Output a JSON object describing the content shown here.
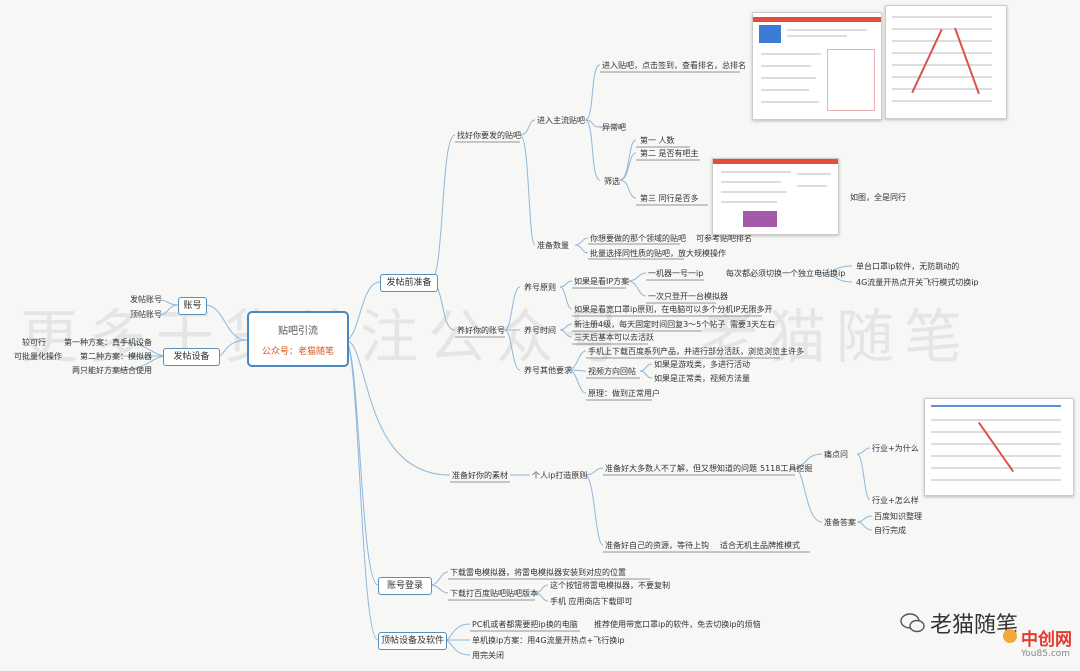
{
  "watermark": "更多干货关注公众号：老猫随笔",
  "center": {
    "title": "贴吧引流",
    "subtitle": "公众号：老猫随笔"
  },
  "left": {
    "account": "账号",
    "account_items": [
      "发帖账号",
      "顶帖账号"
    ],
    "device": "发帖设备",
    "device_items": [
      "第一种方案：真手机设备",
      "第二种方案：模拟器",
      "两只能好方案结合使用"
    ],
    "device_sub": [
      "较可行",
      "可批量化操作"
    ]
  },
  "right": {
    "prep": "发帖前准备",
    "find_bars": "找好你要发的贴吧",
    "enter_bar": "进入主流贴吧",
    "enter_bar_detail": "进入贴吧，点击签到，查看排名，总排名",
    "abnormal": "异常吧",
    "filter": "筛选",
    "filter_items": [
      "第一 人数",
      "第二 是否有吧主",
      "第三 同行是否多"
    ],
    "figure_note": "如图，全是同行",
    "prep_count": "准备数量",
    "prep_count_items": [
      "你想要做的那个领域的贴吧",
      "批量选择同性质的贴吧，放大规模操作"
    ],
    "prep_count_note": "可参考贴吧排名",
    "nurture": "养好你的账号",
    "acc_rules": "养号原则",
    "acc_rules_1": "如果是看IP方案",
    "acc_rules_1a": "一机器一号一ip",
    "acc_rules_1a_note": "每次都必须切换一个独立电话换ip",
    "acc_rules_1a_sub": [
      "单台口罩ip软件，无防跳动的",
      "4G流量开热点开关飞行模式切换ip"
    ],
    "acc_rules_1b": "一次只登开一台模拟器",
    "acc_rules_2": "如果是看宽口罩ip原则，在电脑可以多个分机IP无限多开",
    "acc_time": "养号时间",
    "acc_time_items": [
      "新注册4级，每天固定时间回复3～5个帖子",
      "三天后基本可以去活跃"
    ],
    "acc_time_note": "需要3天左右",
    "acc_other": "养号其他要求",
    "acc_other_items": [
      "手机上下载百度系列产品，并进行部分活跃，浏览浏览主许多",
      "视频方向回帖",
      "原理：做到正常用户"
    ],
    "acc_other_sub": [
      "如果是游戏类，多进行活动",
      "如果是正常类，视频方法量"
    ],
    "material": "准备好你的素材",
    "material_rule": "个人ip打造原则",
    "material_a": "准备好大多数人不了解，但又想知道的问题",
    "material_tool": "5118工具挖掘",
    "pain": "痛点问",
    "pain_items": [
      "行业+为什么",
      "行业+怎么样"
    ],
    "answer": "准备答案",
    "answer_items": [
      "百度知识整理",
      "自行完成"
    ],
    "material_b": "准备好自己的资源，等待上钩",
    "material_b_note": "适合无机主品牌推模式",
    "login": "账号登录",
    "login_items": [
      "下载雷电模拟器，将雷电模拟器安装到对应的位置",
      "下载打百度贴吧贴吧版本"
    ],
    "login_sub": [
      "这个按钮将雷电模拟器，不要复制",
      "手机 应用商店下载即可"
    ],
    "device": "顶帖设备及软件",
    "device_items": [
      "PC机或者都需要把ip换的电脑",
      "单机换ip方案：用4G流量开热点+飞行换ip",
      "用完关闭"
    ],
    "device_note": "推荐使用带宽口罩ip的软件，免去切换ip的烦恼"
  },
  "footer": {
    "wechat": "老猫随笔",
    "logo_cn": "中创网",
    "logo_url": "You85.com"
  },
  "colors": {
    "branch": "#6fa6d6",
    "accent": "#d45a1e",
    "box_border": "#5a8fb8"
  }
}
